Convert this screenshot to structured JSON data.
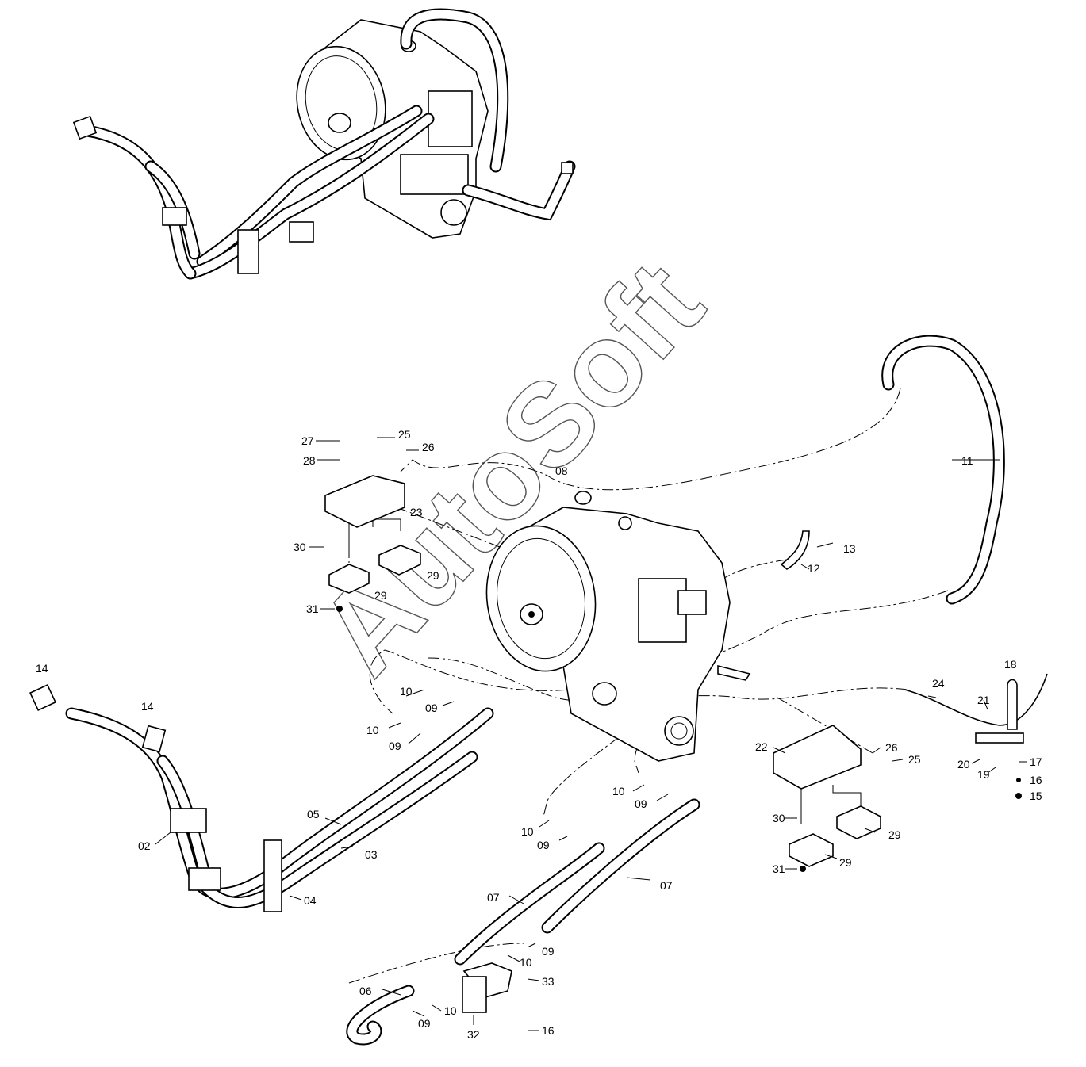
{
  "watermark": "AutoSoft",
  "callouts": {
    "c01": "27",
    "c02": "25",
    "c03": "28",
    "c04": "26",
    "c05": "08",
    "c06": "23",
    "c07": "30",
    "c08": "29",
    "c09": "29",
    "c10": "31",
    "c11": "11",
    "c12": "13",
    "c13": "12",
    "c14": "14",
    "c15": "14",
    "c16": "10",
    "c17": "09",
    "c18": "10",
    "c19": "09",
    "c20": "05",
    "c21": "02",
    "c22": "03",
    "c23": "04",
    "c24": "10",
    "c25": "09",
    "c26": "10",
    "c27": "09",
    "c28": "07",
    "c29": "07",
    "c30": "09",
    "c31": "10",
    "c32": "33",
    "c33": "06",
    "c34": "10",
    "c35": "09",
    "c36": "32",
    "c37": "16",
    "c38": "22",
    "c39": "26",
    "c40": "25",
    "c41": "30",
    "c42": "29",
    "c43": "29",
    "c44": "31",
    "c45": "18",
    "c46": "24",
    "c47": "21",
    "c48": "20",
    "c49": "19",
    "c50": "17",
    "c51": "16",
    "c52": "15"
  }
}
